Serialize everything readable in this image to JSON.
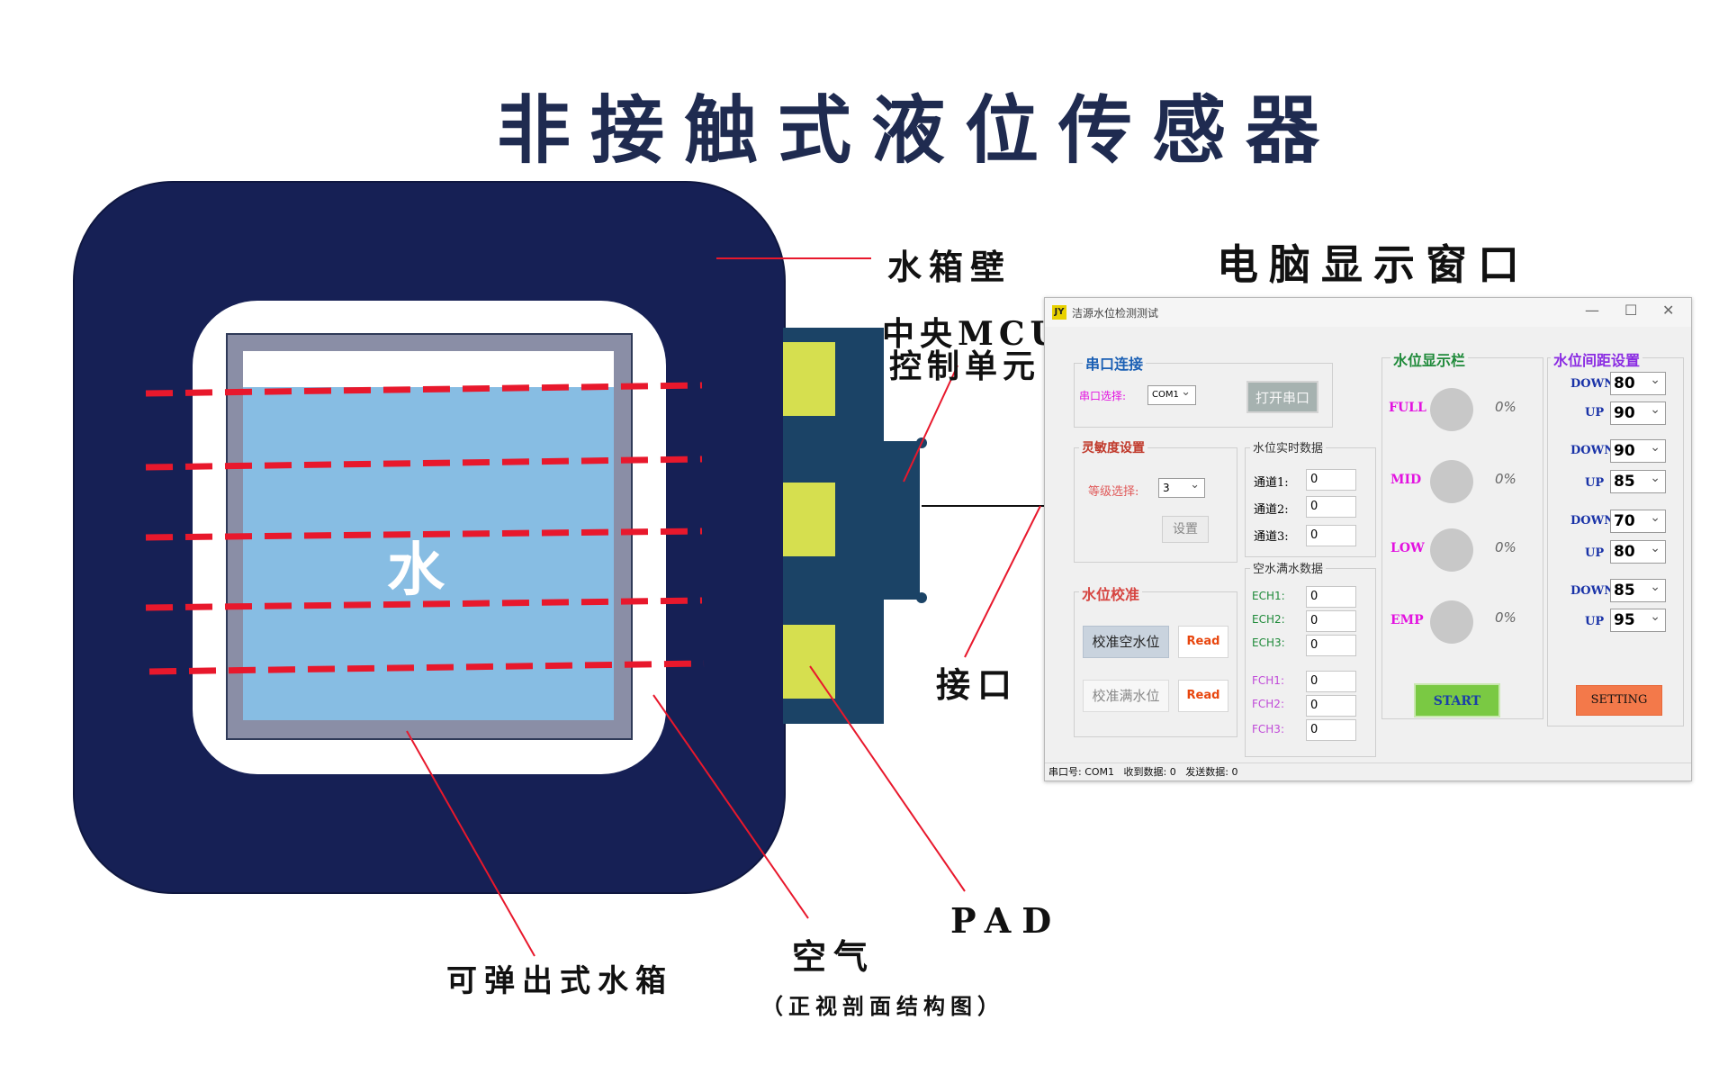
{
  "title": "非接触式液位传感器",
  "diagram": {
    "water_label": "水",
    "labels": {
      "tank_wall": "水箱壁",
      "mcu_line1": "中央MCU",
      "mcu_line2": "控制单元",
      "interface": "接口",
      "pad": "PAD",
      "air": "空气",
      "tank": "可弹出式水箱",
      "caption": "（正视剖面结构图）",
      "window_title": "电脑显示窗口"
    }
  },
  "app": {
    "icon_text": "JY",
    "title": "洁源水位检测测试",
    "controls": {
      "minimize": "—",
      "maximize": "☐",
      "close": "✕"
    },
    "serial": {
      "title": "串口连接",
      "port_label": "串口选择:",
      "port_value": "COM1",
      "open_button": "打开串口"
    },
    "sensitivity": {
      "title": "灵敏度设置",
      "level_label": "等级选择:",
      "level_value": "3",
      "set_button": "设置"
    },
    "realtime": {
      "title": "水位实时数据",
      "rows": [
        {
          "label": "通道1:",
          "value": "0"
        },
        {
          "label": "通道2:",
          "value": "0"
        },
        {
          "label": "通道3:",
          "value": "0"
        }
      ]
    },
    "calibration": {
      "title": "水位校准",
      "empty_button": "校准空水位",
      "full_button": "校准满水位",
      "read_label": "Read"
    },
    "empty_full": {
      "title": "空水满水数据",
      "ech": [
        {
          "label": "ECH1:",
          "value": "0"
        },
        {
          "label": "ECH2:",
          "value": "0"
        },
        {
          "label": "ECH3:",
          "value": "0"
        }
      ],
      "fch": [
        {
          "label": "FCH1:",
          "value": "0"
        },
        {
          "label": "FCH2:",
          "value": "0"
        },
        {
          "label": "FCH3:",
          "value": "0"
        }
      ]
    },
    "display": {
      "title": "水位显示栏",
      "levels": [
        {
          "label": "FULL",
          "percent": "0%"
        },
        {
          "label": "MID",
          "percent": "0%"
        },
        {
          "label": "LOW",
          "percent": "0%"
        },
        {
          "label": "EMP",
          "percent": "0%"
        }
      ],
      "start_button": "START"
    },
    "spacing": {
      "title": "水位间距设置",
      "down_label": "DOWN",
      "up_label": "UP",
      "pairs": [
        {
          "down": "80",
          "up": "90"
        },
        {
          "down": "90",
          "up": "85"
        },
        {
          "down": "70",
          "up": "80"
        },
        {
          "down": "85",
          "up": "95"
        }
      ],
      "setting_button": "SETTING"
    },
    "status": {
      "port_label": "串口号:",
      "port": "COM1",
      "received_label": "收到数据:",
      "received": "0",
      "sent_label": "发送数据:",
      "sent": "0"
    }
  },
  "colors": {
    "tank_wall": "#162055",
    "water": "#87bde3",
    "inner_wall": "#8a8ea6",
    "mcu": "#1b4366",
    "pad": "#d6df4f",
    "dash": "#e8182c",
    "start": "#7ac943",
    "setting": "#f3794a"
  }
}
